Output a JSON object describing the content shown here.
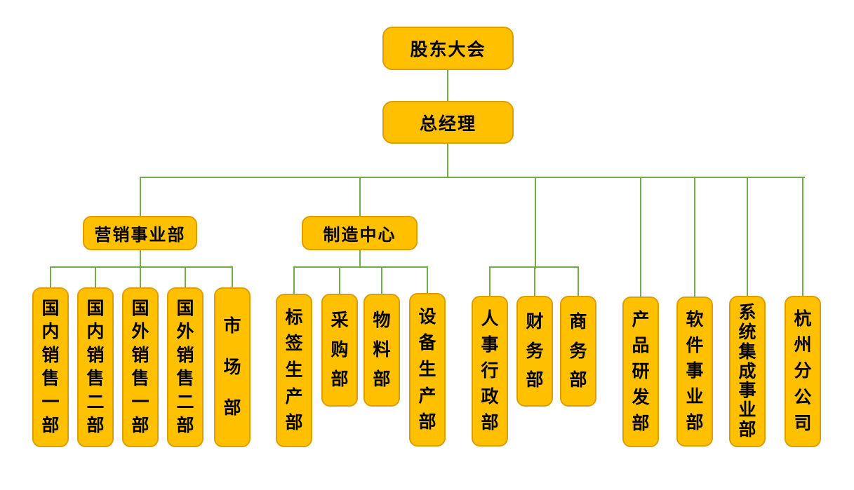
{
  "colors": {
    "background": "#FFFFFF",
    "box_fill": "#FFC000",
    "box_border": "#D99E00",
    "connector": "#70AD47",
    "text": "#000000"
  },
  "nodes": {
    "shareholders_meeting": {
      "label": "股东大会"
    },
    "general_manager": {
      "label": "总经理"
    },
    "marketing_division": {
      "label": "营销事业部"
    },
    "manufacturing_center": {
      "label": "制造中心"
    },
    "domestic_sales_dept_1": {
      "label": "国内销售一部"
    },
    "domestic_sales_dept_2": {
      "label": "国内销售二部"
    },
    "overseas_sales_dept_1": {
      "label": "国外销售一部"
    },
    "overseas_sales_dept_2": {
      "label": "国外销售二部"
    },
    "market_dept": {
      "label": "市场部"
    },
    "label_production_dept": {
      "label": "标签生产部"
    },
    "purchasing_dept": {
      "label": "采购部"
    },
    "materials_dept": {
      "label": "物料部"
    },
    "equipment_production_dept": {
      "label": "设备生产部"
    },
    "hr_admin_dept": {
      "label": "人事行政部"
    },
    "finance_dept": {
      "label": "财务部"
    },
    "commerce_dept": {
      "label": "商务部"
    },
    "product_rd_dept": {
      "label": "产品研发部"
    },
    "software_division": {
      "label": "软件事业部"
    },
    "system_integration_division": {
      "label": "系统集成事业部"
    },
    "hangzhou_branch": {
      "label": "杭州分公司"
    }
  }
}
